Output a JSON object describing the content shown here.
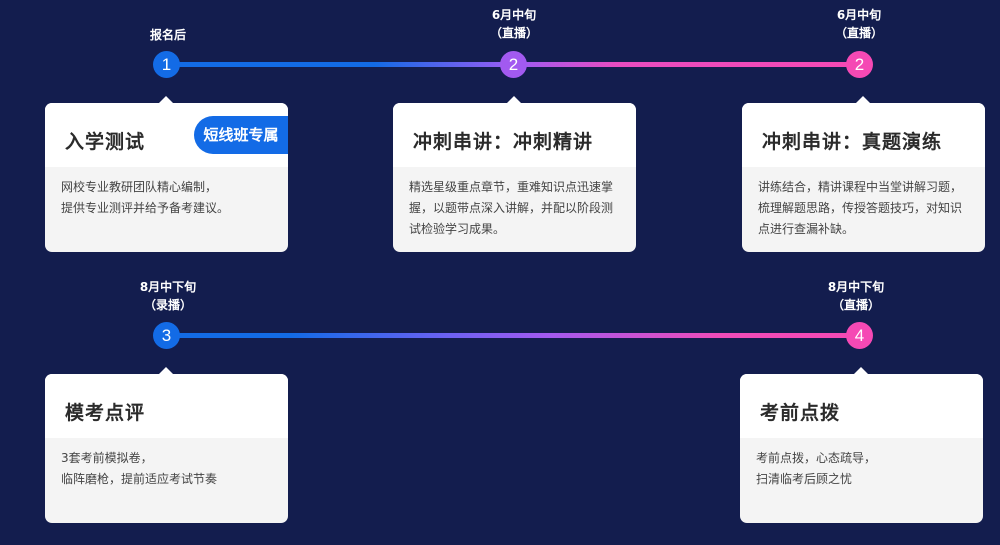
{
  "rows": [
    {
      "stages": [
        {
          "num": "1",
          "date": "报名后",
          "mode": "",
          "color": "#136be6",
          "title": "入学测试",
          "badge": "短线班专属",
          "desc": [
            "网校专业教研团队精心编制，",
            "提供专业测评并给予备考建议。"
          ]
        },
        {
          "num": "2",
          "date": "6月中旬",
          "mode": "（直播）",
          "color": "#a25af0",
          "title": "冲刺串讲：冲刺精讲",
          "badge": "",
          "desc": [
            "精选星级重点章节，重难知识点迅速掌",
            "握，以题带点深入讲解，并配以阶段测",
            "试检验学习成果。"
          ]
        },
        {
          "num": "2",
          "date": "6月中旬",
          "mode": "（直播）",
          "color": "#f549b4",
          "title": "冲刺串讲：真题演练",
          "badge": "",
          "desc": [
            "讲练结合，精讲课程中当堂讲解习题，",
            "梳理解题思路，传授答题技巧，对知识",
            "点进行查漏补缺。"
          ]
        }
      ]
    },
    {
      "stages": [
        {
          "num": "3",
          "date": "8月中下旬",
          "mode": "（录播）",
          "color": "#136be6",
          "title": "模考点评",
          "badge": "",
          "desc": [
            "3套考前模拟卷，",
            "临阵磨枪，提前适应考试节奏"
          ]
        },
        {
          "num": "4",
          "date": "8月中下旬",
          "mode": "（直播）",
          "color": "#f549b4",
          "title": "考前点拨",
          "badge": "",
          "desc": [
            "考前点拨，心态疏导，",
            "扫清临考后顾之忧"
          ]
        }
      ]
    }
  ]
}
